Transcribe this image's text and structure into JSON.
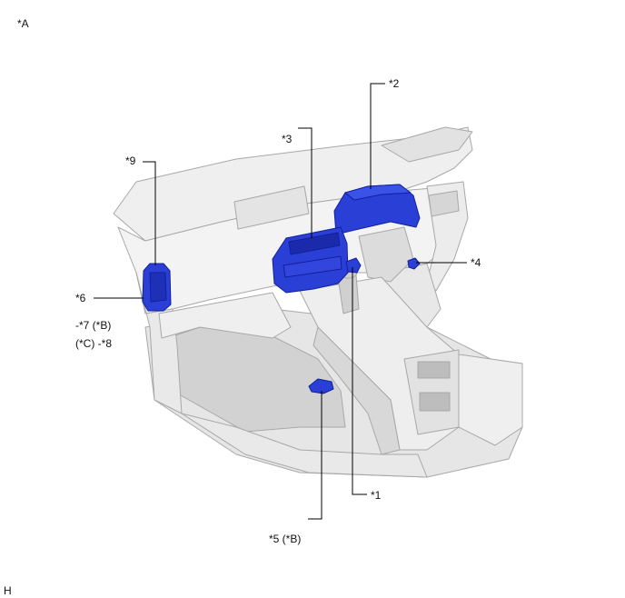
{
  "corner_label": "*A",
  "footer_label": "H",
  "callouts": {
    "c1": "*1",
    "c2": "*2",
    "c3": "*3",
    "c4": "*4",
    "c5": "*5 (*B)",
    "c6": "*6",
    "c7": "-*7 (*B)",
    "c8": "(*C) -*8",
    "c9": "*9"
  },
  "colors": {
    "highlight": "#2a3fd6",
    "highlight_dark": "#12209a",
    "body_light": "#f1f1f1",
    "body_mid": "#dcdcdc",
    "body_shadow": "#c4c4c4",
    "outline": "#9a9a9a",
    "leader": "#000000"
  }
}
